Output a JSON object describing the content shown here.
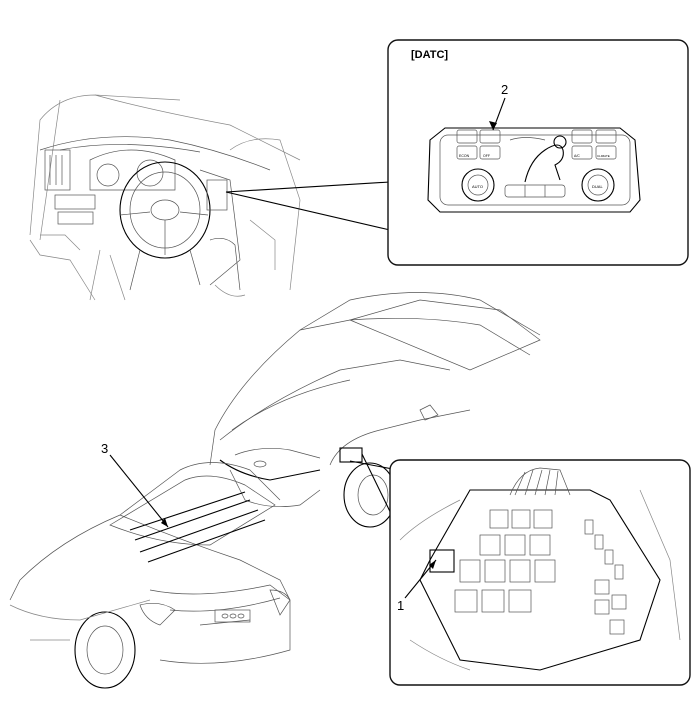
{
  "labels": {
    "datc": "[DATC]",
    "callout_1": "1",
    "callout_2": "2",
    "callout_3": "3"
  },
  "hvac_panel": {
    "left_knob": "AUTO",
    "right_knob": "DUAL",
    "btn_a": "A/C",
    "btn_b": "CLIMATE",
    "btn_c": "OFF",
    "btn_d": "ECON"
  }
}
